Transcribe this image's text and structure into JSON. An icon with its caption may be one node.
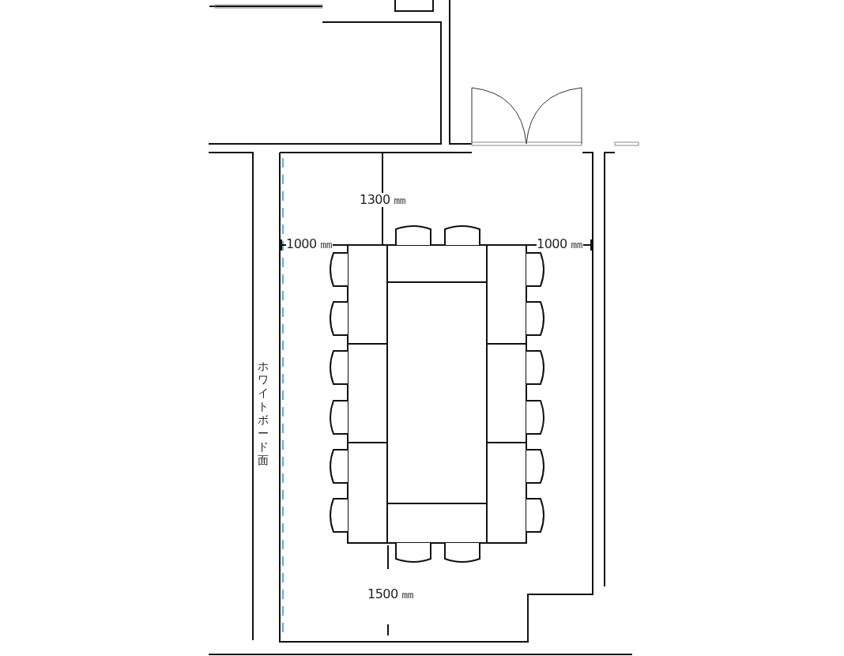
{
  "diagram": {
    "labels": [
      "1300 ㎜",
      "1000 ㎜",
      "1000 ㎜",
      "1500 ㎜",
      "ホワイトボード面"
    ]
  }
}
